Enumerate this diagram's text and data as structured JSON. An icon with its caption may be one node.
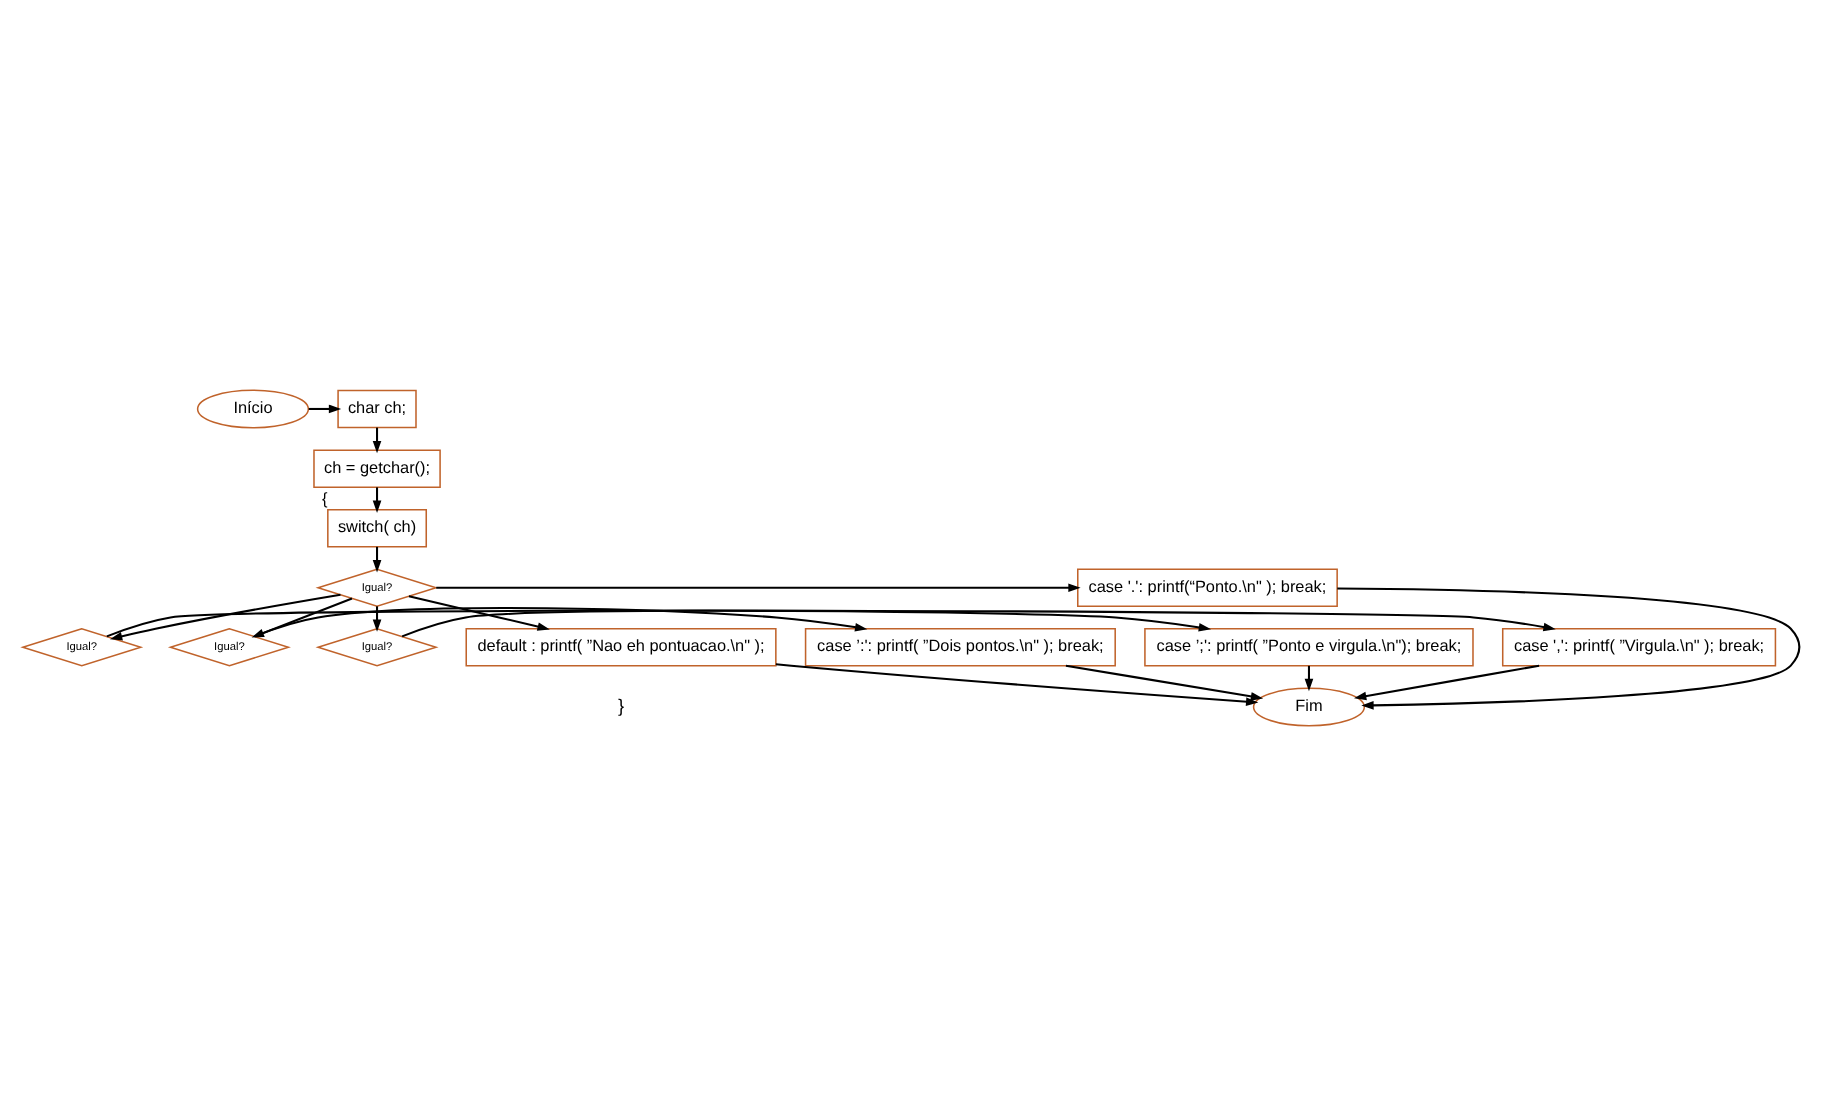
{
  "diagram": {
    "nodes": [
      {
        "text": [
          "Início"
        ]
      },
      {
        "text": [
          "char ch;"
        ]
      },
      {
        "text": [
          "ch = getchar();"
        ]
      },
      {
        "text": [
          "switch( ch)"
        ],
        "beside": [
          "{"
        ]
      },
      {
        "text": [
          "Igual?"
        ]
      },
      {
        "text": [
          "case '.': printf(“Ponto.\\n\" ); break;"
        ]
      },
      {
        "text": [
          "Igual?"
        ]
      },
      {
        "text": [
          "case ',': printf( ”Virgula.\\n\" ); break;"
        ]
      },
      {
        "text": [
          "Igual?"
        ]
      },
      {
        "text": [
          "case ’:': printf( ”Dois pontos.\\n\" ); break;"
        ]
      },
      {
        "text": [
          "Igual?"
        ]
      },
      {
        "text": [
          "case ’;': printf( ”Ponto e virgula.\\n\"); break;"
        ]
      },
      {
        "text": [
          "default : printf( ”Nao eh pontuacao.\\n\" );"
        ]
      },
      {
        "text": [
          "Fim"
        ]
      }
    ],
    "edges": [
      {
        "from": 0,
        "to": 1,
        "arrow": "to"
      },
      {
        "from": 1,
        "to": 2,
        "arrow": "to"
      },
      {
        "from": 2,
        "to": 3,
        "arrow": "to"
      },
      {
        "from": 3,
        "to": 4,
        "arrow": "to"
      },
      {
        "from": 4,
        "to": 5,
        "arrow": "to"
      },
      {
        "from": 4,
        "to": 6,
        "arrow": "to"
      },
      {
        "from": 6,
        "to": 7,
        "arrow": "to"
      },
      {
        "from": 4,
        "to": 8,
        "arrow": "to"
      },
      {
        "from": 8,
        "to": 9,
        "arrow": "to"
      },
      {
        "from": 4,
        "to": 10,
        "arrow": "to"
      },
      {
        "from": 10,
        "to": 11,
        "arrow": "to"
      },
      {
        "from": 4,
        "to": 12,
        "arrow": "to"
      },
      {
        "from": 5,
        "to": 13,
        "arrow": "to"
      },
      {
        "from": 7,
        "to": 13,
        "arrow": "to"
      },
      {
        "from": 9,
        "to": 13,
        "arrow": "to"
      },
      {
        "from": 11,
        "to": 13,
        "arrow": "to"
      },
      {
        "from": 12,
        "to": 13,
        "arrow": "to"
      }
    ],
    "labels": [
      "}"
    ]
  }
}
